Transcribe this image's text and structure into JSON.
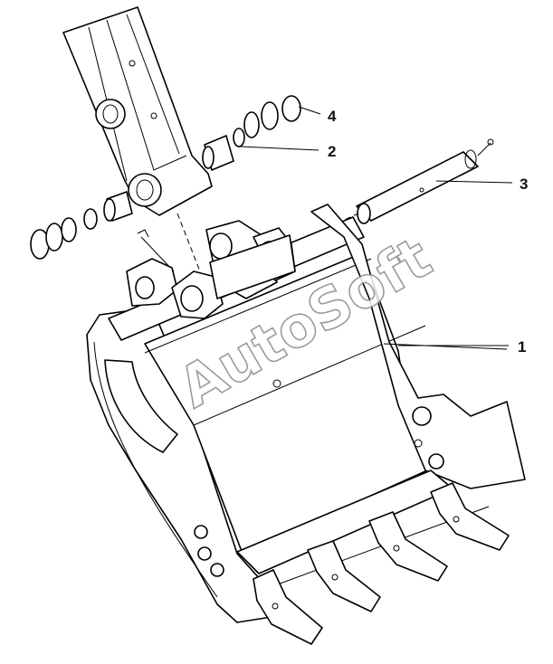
{
  "callouts": [
    {
      "label": "1"
    },
    {
      "label": "2"
    },
    {
      "label": "3"
    },
    {
      "label": "4"
    }
  ],
  "watermark": "AutoSoft",
  "colors": {
    "line": "#000000",
    "background": "#ffffff",
    "watermark_outline": "#8a8a8a"
  }
}
